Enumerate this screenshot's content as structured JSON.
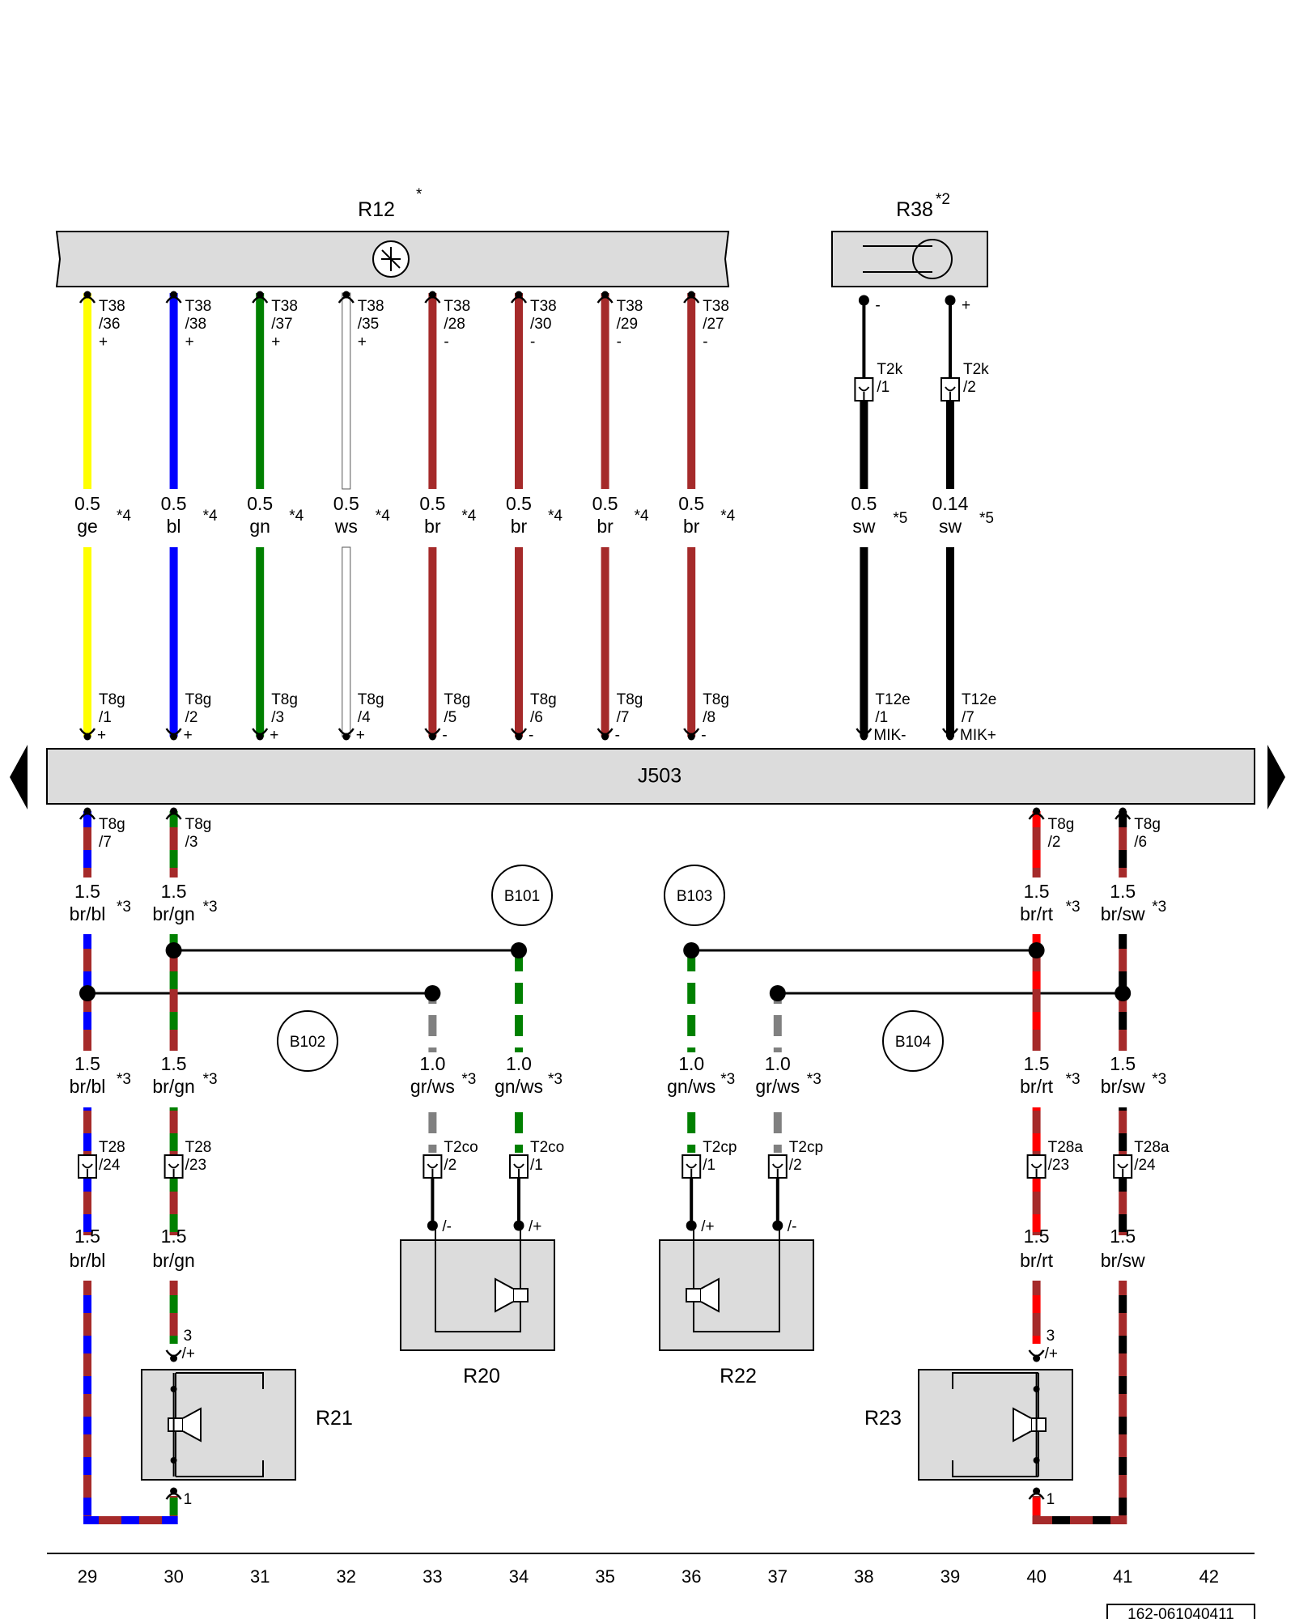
{
  "components": {
    "r12": {
      "label": "R12",
      "note": "*"
    },
    "r38": {
      "label": "R38",
      "note": "*2"
    },
    "j503": {
      "label": "J503"
    },
    "r20": {
      "label": "R20"
    },
    "r21": {
      "label": "R21"
    },
    "r22": {
      "label": "R22"
    },
    "r23": {
      "label": "R23"
    }
  },
  "junctions": [
    "B101",
    "B102",
    "B103",
    "B104"
  ],
  "colors": {
    "ge": "#ffff00",
    "bl": "#0000ff",
    "gn": "#008000",
    "ws": "#ffffff",
    "br": "#a52a2a",
    "sw": "#000000",
    "rt": "#ff0000",
    "gr": "#808080"
  },
  "top_wires": [
    {
      "col": 29,
      "conn": [
        "T38",
        "/36",
        "+"
      ],
      "size": "0.5",
      "color": "ge",
      "note": "*4",
      "end": [
        "T8g",
        "/1",
        "+"
      ]
    },
    {
      "col": 30,
      "conn": [
        "T38",
        "/38",
        "+"
      ],
      "size": "0.5",
      "color": "bl",
      "note": "*4",
      "end": [
        "T8g",
        "/2",
        "+"
      ]
    },
    {
      "col": 31,
      "conn": [
        "T38",
        "/37",
        "+"
      ],
      "size": "0.5",
      "color": "gn",
      "note": "*4",
      "end": [
        "T8g",
        "/3",
        "+"
      ]
    },
    {
      "col": 32,
      "conn": [
        "T38",
        "/35",
        "+"
      ],
      "size": "0.5",
      "color": "ws",
      "note": "*4",
      "end": [
        "T8g",
        "/4",
        "+"
      ]
    },
    {
      "col": 33,
      "conn": [
        "T38",
        "/28",
        "-"
      ],
      "size": "0.5",
      "color": "br",
      "note": "*4",
      "end": [
        "T8g",
        "/5",
        "-"
      ]
    },
    {
      "col": 34,
      "conn": [
        "T38",
        "/30",
        "-"
      ],
      "size": "0.5",
      "color": "br",
      "note": "*4",
      "end": [
        "T8g",
        "/6",
        "-"
      ]
    },
    {
      "col": 35,
      "conn": [
        "T38",
        "/29",
        "-"
      ],
      "size": "0.5",
      "color": "br",
      "note": "*4",
      "end": [
        "T8g",
        "/7",
        "-"
      ]
    },
    {
      "col": 36,
      "conn": [
        "T38",
        "/27",
        "-"
      ],
      "size": "0.5",
      "color": "br",
      "note": "*4",
      "end": [
        "T8g",
        "/8",
        "-"
      ]
    }
  ],
  "mic_wires": [
    {
      "col": 38,
      "pin": "-",
      "mid": [
        "T2k",
        "/1"
      ],
      "size": "0.5",
      "color": "sw",
      "note": "*5",
      "end": [
        "T12e",
        "/1",
        "MIK-"
      ]
    },
    {
      "col": 39,
      "pin": "+",
      "mid": [
        "T2k",
        "/2"
      ],
      "size": "0.14",
      "color": "sw",
      "note": "*5",
      "end": [
        "T12e",
        "/7",
        "MIK+"
      ]
    }
  ],
  "bottom": {
    "c29": {
      "out": [
        "T8g",
        "/7"
      ],
      "w1": [
        "1.5",
        "br/bl",
        "*3"
      ],
      "w2": [
        "1.5",
        "br/bl",
        "*3"
      ],
      "conn": [
        "T28",
        "/24"
      ],
      "w3": [
        "1.5",
        "br/bl"
      ],
      "colors": [
        "br",
        "bl"
      ]
    },
    "c30": {
      "out": [
        "T8g",
        "/3"
      ],
      "w1": [
        "1.5",
        "br/gn",
        "*3"
      ],
      "w2": [
        "1.5",
        "br/gn",
        "*3"
      ],
      "conn": [
        "T28",
        "/23"
      ],
      "w3": [
        "1.5",
        "br/gn"
      ],
      "colors": [
        "br",
        "gn"
      ],
      "spk": [
        "3",
        "/+",
        "1"
      ]
    },
    "c33": {
      "w": [
        "1.0",
        "gr/ws",
        "*3"
      ],
      "conn": [
        "T2co",
        "/2"
      ],
      "pin": "/-",
      "colors": [
        "gr",
        "ws"
      ]
    },
    "c34": {
      "w": [
        "1.0",
        "gn/ws",
        "*3"
      ],
      "conn": [
        "T2co",
        "/1"
      ],
      "pin": "/+",
      "colors": [
        "gn",
        "ws"
      ]
    },
    "c36": {
      "w": [
        "1.0",
        "gn/ws",
        "*3"
      ],
      "conn": [
        "T2cp",
        "/1"
      ],
      "pin": "/+",
      "colors": [
        "gn",
        "ws"
      ]
    },
    "c37": {
      "w": [
        "1.0",
        "gr/ws",
        "*3"
      ],
      "conn": [
        "T2cp",
        "/2"
      ],
      "pin": "/-",
      "colors": [
        "gr",
        "ws"
      ]
    },
    "c40": {
      "out": [
        "T8g",
        "/2"
      ],
      "w1": [
        "1.5",
        "br/rt",
        "*3"
      ],
      "w2": [
        "1.5",
        "br/rt",
        "*3"
      ],
      "conn": [
        "T28a",
        "/23"
      ],
      "w3": [
        "1.5",
        "br/rt"
      ],
      "colors": [
        "br",
        "rt"
      ],
      "spk": [
        "3",
        "/+",
        "1"
      ]
    },
    "c41": {
      "out": [
        "T8g",
        "/6"
      ],
      "w1": [
        "1.5",
        "br/sw",
        "*3"
      ],
      "w2": [
        "1.5",
        "br/sw",
        "*3"
      ],
      "conn": [
        "T28a",
        "/24"
      ],
      "w3": [
        "1.5",
        "br/sw"
      ],
      "colors": [
        "br",
        "sw"
      ]
    }
  },
  "column_numbers": [
    "29",
    "30",
    "31",
    "32",
    "33",
    "34",
    "35",
    "36",
    "37",
    "38",
    "39",
    "40",
    "41",
    "42"
  ],
  "doc_id": "162-061040411"
}
